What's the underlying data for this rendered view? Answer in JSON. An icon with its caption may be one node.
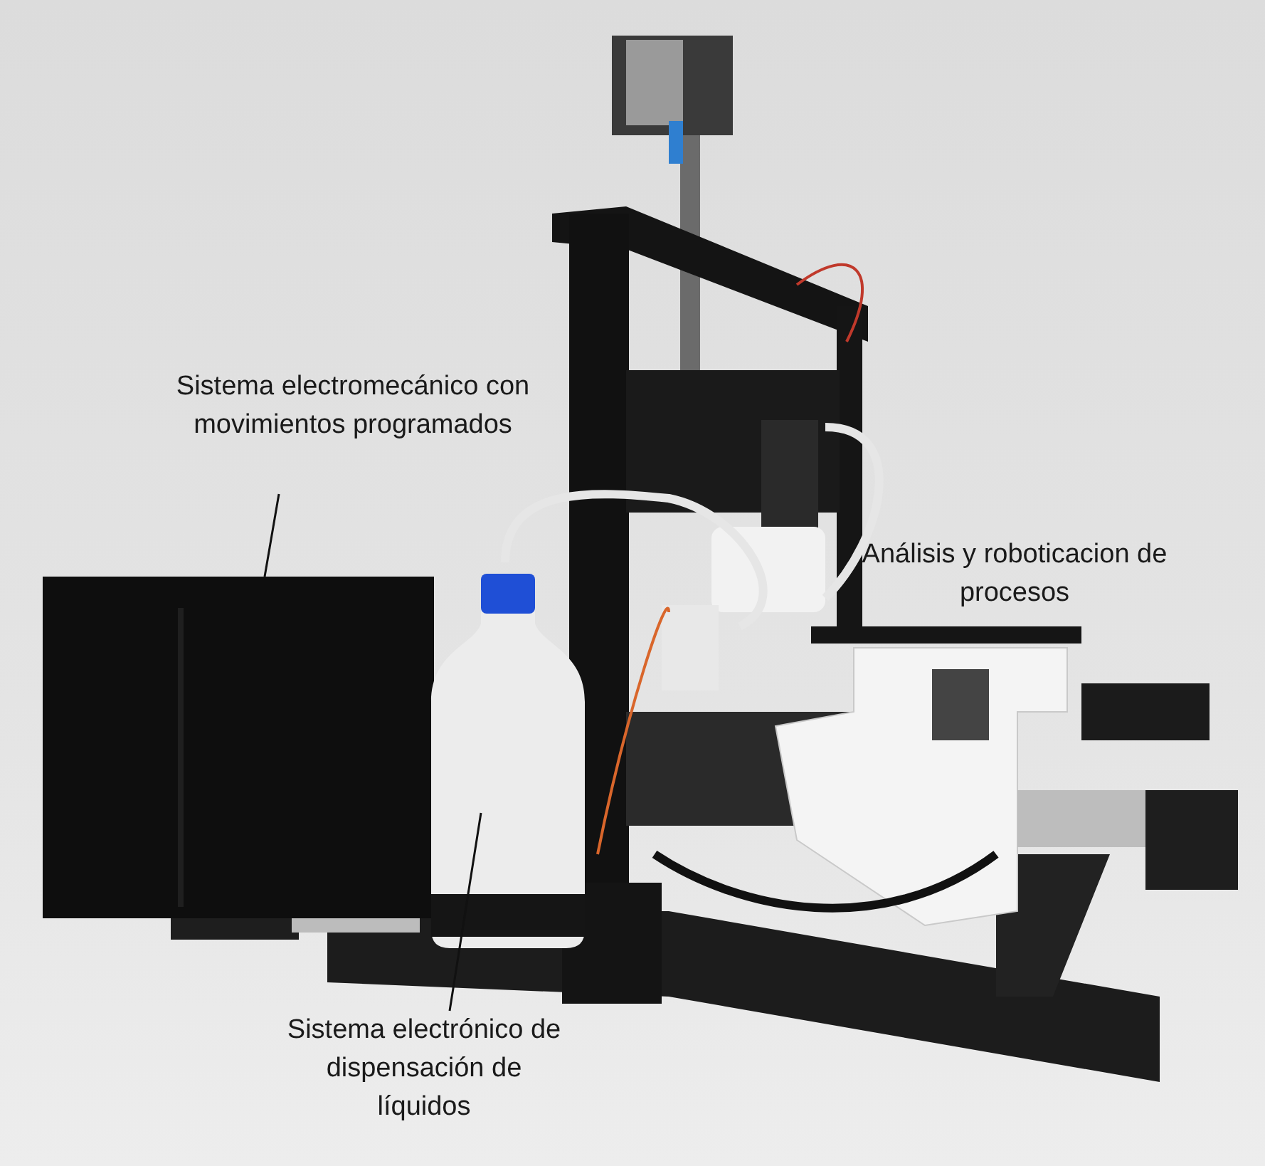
{
  "diagram": {
    "nodes": [
      {
        "text": [
          "Sistema electromecánico con movimientos programados"
        ]
      },
      {
        "text": [],
        "shape": "picture"
      },
      {
        "text": [],
        "shape": "picture"
      },
      {
        "text": [
          "Sistema electrónico de dispensación de líquidos"
        ]
      }
    ],
    "edges": [
      {
        "from": 0,
        "to": 1,
        "arrow": "none"
      },
      {
        "from": 3,
        "to": 2,
        "arrow": "none"
      }
    ],
    "labels": [
      "Análisis y roboticacion de procesos"
    ]
  }
}
